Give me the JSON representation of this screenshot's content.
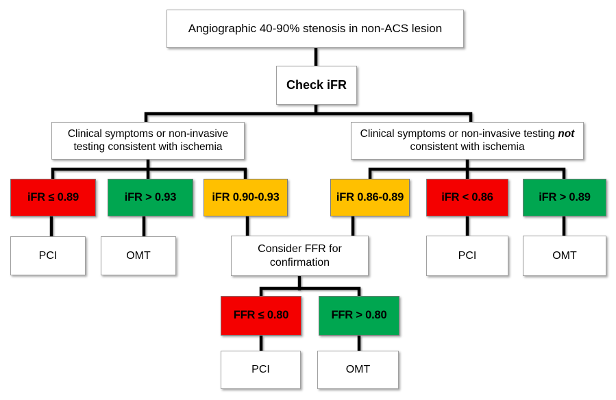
{
  "flowchart": {
    "root": {
      "label": "Angiographic 40-90% stenosis in non-ACS lesion"
    },
    "check": {
      "label": "Check iFR"
    },
    "branches": {
      "ischemia": {
        "condition": {
          "label": "Clinical symptoms or non-invasive testing consistent with ischemia"
        },
        "ifr_le_089": {
          "label": "iFR ≤ 0.89",
          "color": "red"
        },
        "ifr_gt_093": {
          "label": "iFR > 0.93",
          "color": "green"
        },
        "ifr_090_093": {
          "label": "iFR 0.90-0.93",
          "color": "amber"
        },
        "pci": {
          "label": "PCI"
        },
        "omt": {
          "label": "OMT"
        }
      },
      "no_ischemia": {
        "condition": {
          "pre": "Clinical symptoms or non-invasive testing ",
          "emphasis": "not",
          "post": " consistent with ischemia"
        },
        "ifr_086_089": {
          "label": "iFR 0.86-0.89",
          "color": "amber"
        },
        "ifr_lt_086": {
          "label": "iFR < 0.86",
          "color": "red"
        },
        "ifr_gt_089": {
          "label": "iFR > 0.89",
          "color": "green"
        },
        "pci": {
          "label": "PCI"
        },
        "omt": {
          "label": "OMT"
        }
      },
      "ffr_confirmation": {
        "consider": {
          "label": "Consider FFR for confirmation"
        },
        "ffr_le_080": {
          "label": "FFR ≤ 0.80",
          "color": "red"
        },
        "ffr_gt_080": {
          "label": "FFR > 0.80",
          "color": "green"
        },
        "pci": {
          "label": "PCI"
        },
        "omt": {
          "label": "OMT"
        }
      }
    }
  },
  "colors": {
    "red": "#F40000",
    "green": "#00A650",
    "amber": "#FFC000"
  }
}
